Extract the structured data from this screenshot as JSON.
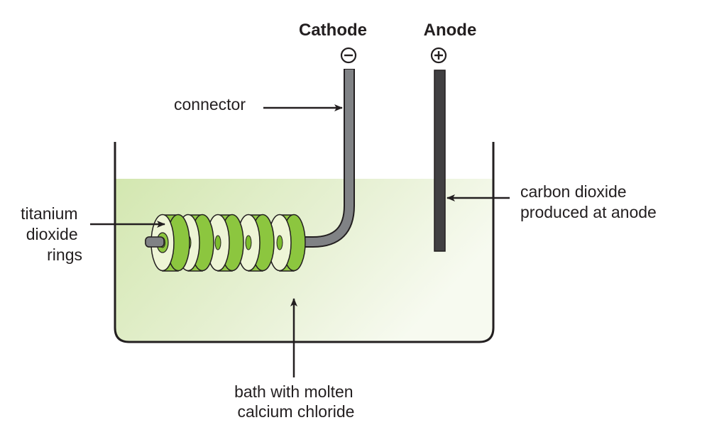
{
  "electrodes": {
    "cathode": {
      "label": "Cathode",
      "sign": "⊖"
    },
    "anode": {
      "label": "Anode",
      "sign": "⊕"
    }
  },
  "labels": {
    "connector": "connector",
    "rings": [
      "titanium",
      "dioxide",
      "rings"
    ],
    "carbon_dioxide": [
      "carbon dioxide",
      "produced at anode"
    ],
    "bath": [
      "bath with molten",
      "calcium chloride"
    ]
  },
  "colors": {
    "liquid_light": "#f4f8ec",
    "liquid_dark": "#d6e8b4",
    "ring_green": "#8cc63f",
    "ring_light": "#eef5d6",
    "cathode_rod": "#808285",
    "anode_rod": "#414042",
    "outline": "#231f20"
  }
}
